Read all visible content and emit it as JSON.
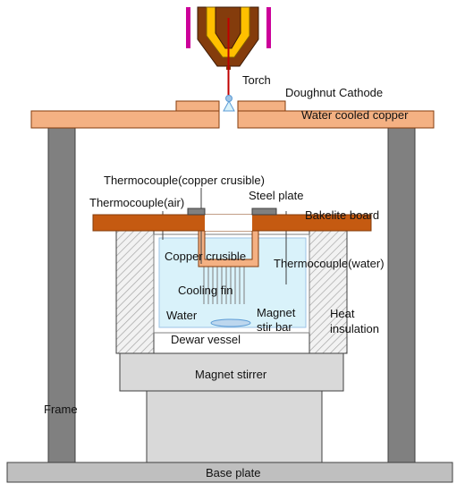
{
  "labels": {
    "torch": "Torch",
    "doughnut_cathode": "Doughnut Cathode",
    "water_cooled_copper": "Water cooled copper",
    "thermocouple_copper": "Thermocouple(copper crusible)",
    "thermocouple_air": "Thermocouple(air)",
    "steel_plate": "Steel plate",
    "bakelite_board": "Bakelite board",
    "copper_crucible": "Copper crusible",
    "thermocouple_water": "Thermocouple(water)",
    "cooling_fin": "Cooling fin",
    "water": "Water",
    "magnet_stir_bar_1": "Magnet",
    "magnet_stir_bar_2": "stir bar",
    "heat_insulation_1": "Heat",
    "heat_insulation_2": "insulation",
    "dewar_vessel": "Dewar vessel",
    "magnet_stirrer": "Magnet stirrer",
    "frame": "Frame",
    "base_plate": "Base plate"
  },
  "colors": {
    "copper": "#f4b183",
    "bakelite": "#c55a11",
    "steel": "#808080",
    "water": "#d9f2fa",
    "stirrer": "#d9d9d9",
    "frame": "#808080",
    "torch_rod": "#c00000",
    "torch_sleeve": "#cc0099",
    "torch_body": "#ffc000",
    "torch_cap": "#843c0c"
  }
}
